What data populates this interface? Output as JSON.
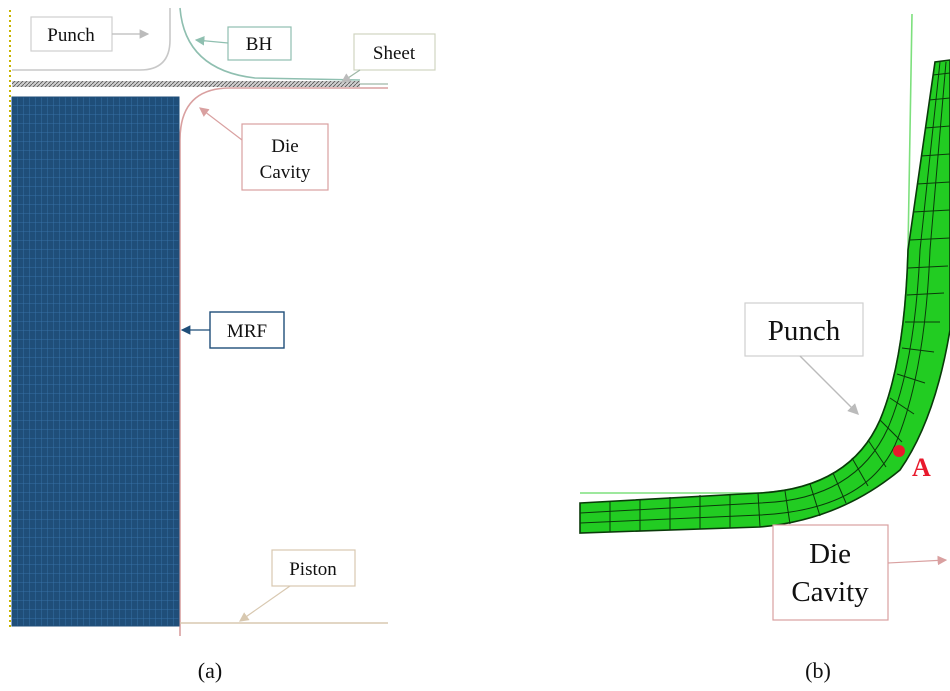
{
  "panel_a": {
    "caption": "(a)",
    "labels": {
      "punch": "Punch",
      "bh": "BH",
      "sheet": "Sheet",
      "die_cavity_line1": "Die",
      "die_cavity_line2": "Cavity",
      "mrf": "MRF",
      "piston": "Piston"
    }
  },
  "panel_b": {
    "caption": "(b)",
    "labels": {
      "punch": "Punch",
      "die_cavity_line1": "Die",
      "die_cavity_line2": "Cavity",
      "point": "A"
    }
  },
  "colors": {
    "mrf_mesh": "#1f4e79",
    "mrf_grid": "#3a78b0",
    "punch_line": "#c8c8c8",
    "bh_line": "#8fbfb0",
    "sheet_line": "#9fb8a8",
    "die_line": "#d9a0a0",
    "piston_line": "#d8c8b0",
    "axis_dotted": "#c8b400",
    "mesh_green": "#22cc22",
    "point_red": "#e8192c",
    "arrow_gray": "#bbbbbb"
  }
}
